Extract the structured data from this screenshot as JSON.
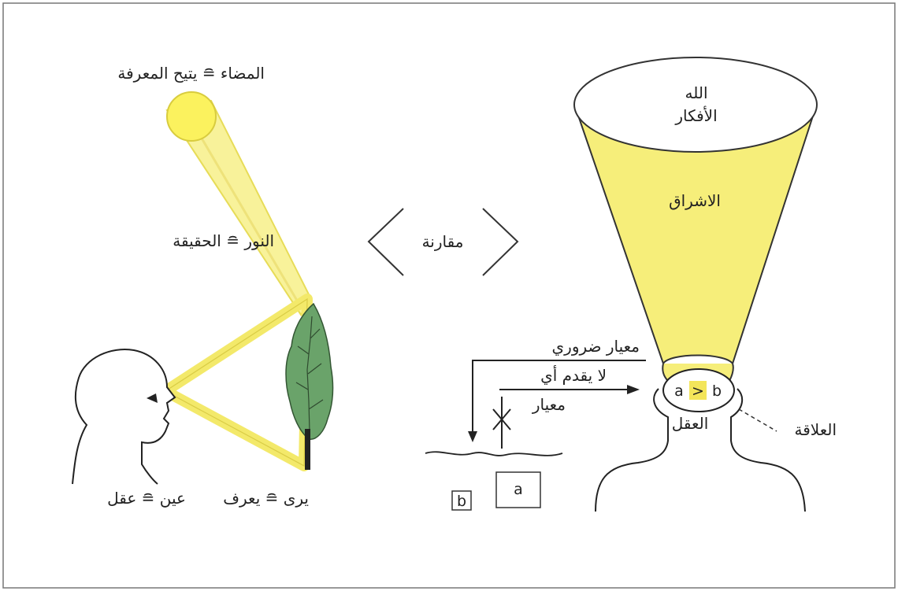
{
  "diagram": {
    "left": {
      "sun_label": "المضاء ≘ يتيح المعرفة",
      "light_label": "النور ≘ الحقيقة",
      "eye_label": "عين ≘ عقل",
      "see_label": "يرى ≘ يعرف"
    },
    "middle": {
      "comparison_label": "مقارنة"
    },
    "right": {
      "god_label": "الله",
      "ideas_label": "الأفكار",
      "illumination_label": "الاشراق",
      "criterion_label": "معيار ضروري",
      "no_criterion_line1": "لا يقدم أي",
      "no_criterion_line2": "معيار",
      "mind_label": "العقل",
      "relation_label": "العلاقة",
      "relation_a": "a",
      "relation_op": ">",
      "relation_b": "b",
      "box_a": "a",
      "box_b": "b"
    },
    "colors": {
      "light_yellow": "#f6ee7a",
      "beam_yellow": "#f8f29a",
      "sun_yellow": "#fbf25e",
      "leaf_green": "#6aa36a",
      "outline": "#333333",
      "relation_highlight": "#f3e55a"
    }
  }
}
